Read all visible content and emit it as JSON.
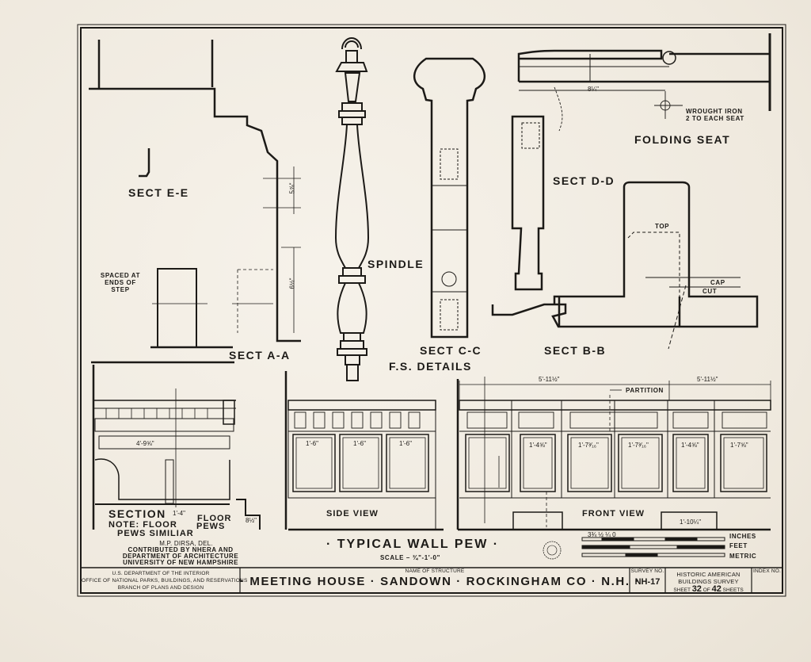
{
  "labels": {
    "sect_ee": "SECT E-E",
    "sect_aa": "SECT A-A",
    "spaced_at": "SPACED AT",
    "ends_of": "ENDS OF",
    "step": "STEP",
    "spindle": "SPINDLE",
    "sect_cc": "SECT C-C",
    "fs_details": "F.S. DETAILS",
    "sect_dd": "SECT D-D",
    "sect_bb": "SECT B-B",
    "folding_seat": "FOLDING SEAT",
    "wrought_iron": "WROUGHT IRON",
    "two_each_seat": "2 TO EACH SEAT",
    "top": "TOP",
    "cap": "CAP",
    "cut": "CUT",
    "partition": "PARTITION",
    "section": "SECTION",
    "note_floor": "NOTE: FLOOR",
    "pews_similar": "PEWS SIMILIAR",
    "floor": "FLOOR",
    "pews": "PEWS",
    "side_view": "SIDE VIEW",
    "front_view": "FRONT VIEW",
    "typical_wall_pew": "· TYPICAL WALL PEW ·",
    "scale": "SCALE – ¾\"-1'-0\"",
    "inches": "INCHES",
    "feet": "FEET",
    "metric": "METRIC"
  },
  "dimensions": {
    "d_8_14": "8¼\"",
    "d_5_7_8": "5⅞\"",
    "d_6_1_2": "6½\"",
    "d_5_11_1": "5'-11½\"",
    "d_5_11_2": "5'-11½\"",
    "d_4_9_5_8": "4'-9⅝\"",
    "d_1_4": "1'-4\"",
    "d_1_10_14": "1'-10¼\"",
    "d_8_12": "8½\"",
    "d_1_6_a": "1'-6\"",
    "d_1_6_b": "1'-6\"",
    "d_1_6_c": "1'-6\"",
    "d_1_4_58": "1'-4⅝\"",
    "d_1_7_316_a": "1'-7³⁄₁₆\"",
    "d_1_7_316_b": "1'-7³⁄₁₆\"",
    "d_1_4_58_b": "1'-4⅝\"",
    "d_1_7_58": "1'-7⅝\"",
    "scale_nums": "3¾ ½ ¼ 0"
  },
  "credits": {
    "del": "M.P. DIRSA, DEL.",
    "line1": "CONTRIBUTED BY NHERA AND",
    "line2": "DEPARTMENT OF ARCHITECTURE",
    "line3": "UNIVERSITY OF NEW HAMPSHIRE"
  },
  "title_block": {
    "agency1": "U.S. DEPARTMENT OF THE INTERIOR",
    "agency2": "OFFICE OF NATIONAL PARKS, BUILDINGS, AND RESERVATIONS",
    "agency3": "BRANCH OF PLANS AND DESIGN",
    "name_caption": "NAME OF STRUCTURE",
    "name": "· MEETING HOUSE · SANDOWN · ROCKINGHAM CO · N.H. ·",
    "survey_caption": "SURVEY NO.",
    "survey_no": "NH-17",
    "habs1": "HISTORIC AMERICAN",
    "habs2": "BUILDINGS SURVEY",
    "sheet_prefix": "SHEET",
    "sheet_no": "32",
    "sheet_of": "OF",
    "sheet_total": "42",
    "sheet_suffix": "SHEETS",
    "index_caption": "INDEX NO."
  }
}
